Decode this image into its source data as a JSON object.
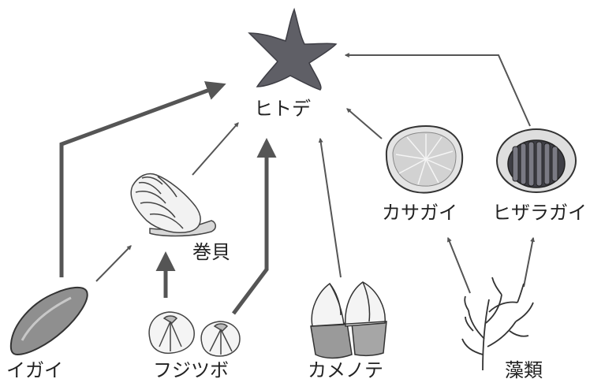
{
  "diagram": {
    "nodes": [
      {
        "id": "hitode",
        "label": "ヒトデ",
        "icon": "starfish-icon"
      },
      {
        "id": "makigai",
        "label": "巻貝",
        "icon": "sea-snail-icon"
      },
      {
        "id": "kasagai",
        "label": "カサガイ",
        "icon": "limpet-icon"
      },
      {
        "id": "hizaragai",
        "label": "ヒザラガイ",
        "icon": "chiton-icon"
      },
      {
        "id": "igai",
        "label": "イガイ",
        "icon": "mussel-icon"
      },
      {
        "id": "fujitsubo",
        "label": "フジツボ",
        "icon": "barnacle-icon"
      },
      {
        "id": "kamenote",
        "label": "カメノテ",
        "icon": "goose-barnacle-icon"
      },
      {
        "id": "soorui",
        "label": "藻類",
        "icon": "seaweed-icon"
      }
    ],
    "edges": [
      {
        "from": "igai",
        "to": "hitode",
        "strength": "strong"
      },
      {
        "from": "igai",
        "to": "makigai",
        "strength": "weak"
      },
      {
        "from": "makigai",
        "to": "hitode",
        "strength": "weak"
      },
      {
        "from": "fujitsubo",
        "to": "makigai",
        "strength": "strong"
      },
      {
        "from": "fujitsubo",
        "to": "hitode",
        "strength": "strong"
      },
      {
        "from": "kamenote",
        "to": "hitode",
        "strength": "weak"
      },
      {
        "from": "kasagai",
        "to": "hitode",
        "strength": "weak"
      },
      {
        "from": "hizaragai",
        "to": "hitode",
        "strength": "weak"
      },
      {
        "from": "soorui",
        "to": "kasagai",
        "strength": "weak"
      },
      {
        "from": "soorui",
        "to": "hizaragai",
        "strength": "weak"
      }
    ]
  },
  "colors": {
    "arrow": "#555555",
    "starfish": "#5f5f66",
    "shell_light": "#dcdcdc",
    "mussel": "#8a8a8a",
    "outline": "#333333"
  }
}
